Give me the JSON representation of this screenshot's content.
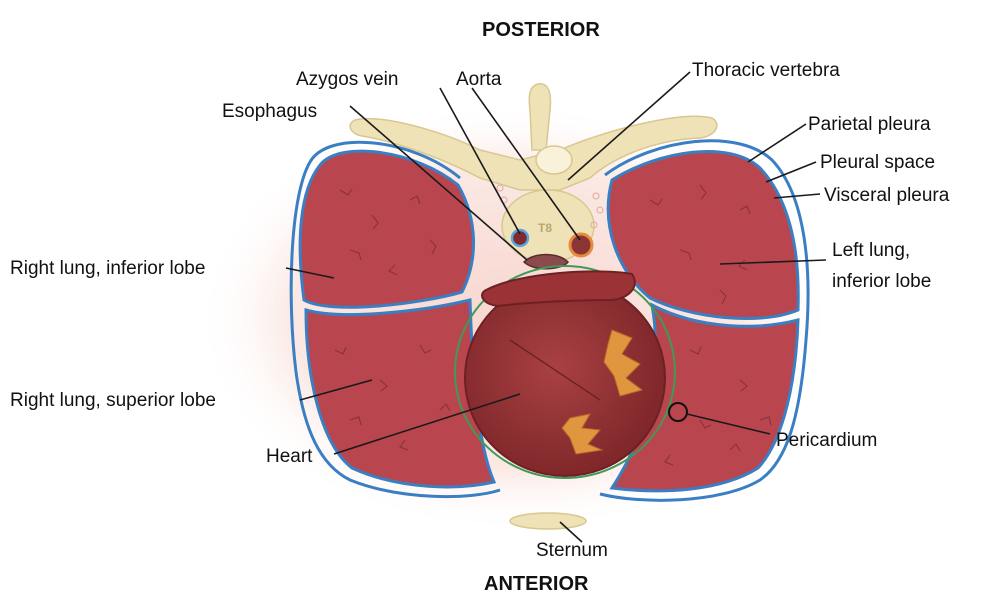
{
  "headers": {
    "posterior": "POSTERIOR",
    "anterior": "ANTERIOR"
  },
  "labels": {
    "azygos_vein": "Azygos vein",
    "aorta": "Aorta",
    "thoracic_vertebra": "Thoracic vertebra",
    "esophagus": "Esophagus",
    "parietal_pleura": "Parietal pleura",
    "pleural_space": "Pleural space",
    "visceral_pleura": "Visceral pleura",
    "right_lung_inferior": "Right lung, inferior lobe",
    "left_lung_line1": "Left lung,",
    "left_lung_line2": "inferior lobe",
    "right_lung_superior": "Right lung, superior lobe",
    "pericardium": "Pericardium",
    "heart": "Heart",
    "sternum": "Sternum",
    "vertebra_tag": "T8"
  },
  "colors": {
    "lung_fill": "#b9464e",
    "lung_vessel": "#7a2a30",
    "pleura": "#3a7fc4",
    "heart": "#8e2f31",
    "heart_dark": "#6e2024",
    "fat": "#e0953f",
    "bone": "#efe2b7",
    "bone_edge": "#d8c78f",
    "pericardium": "#3f9a55",
    "glow": "#f6c9c2",
    "aorta_ring": "#e68a3c",
    "azygos_ring": "#58a6dd"
  }
}
